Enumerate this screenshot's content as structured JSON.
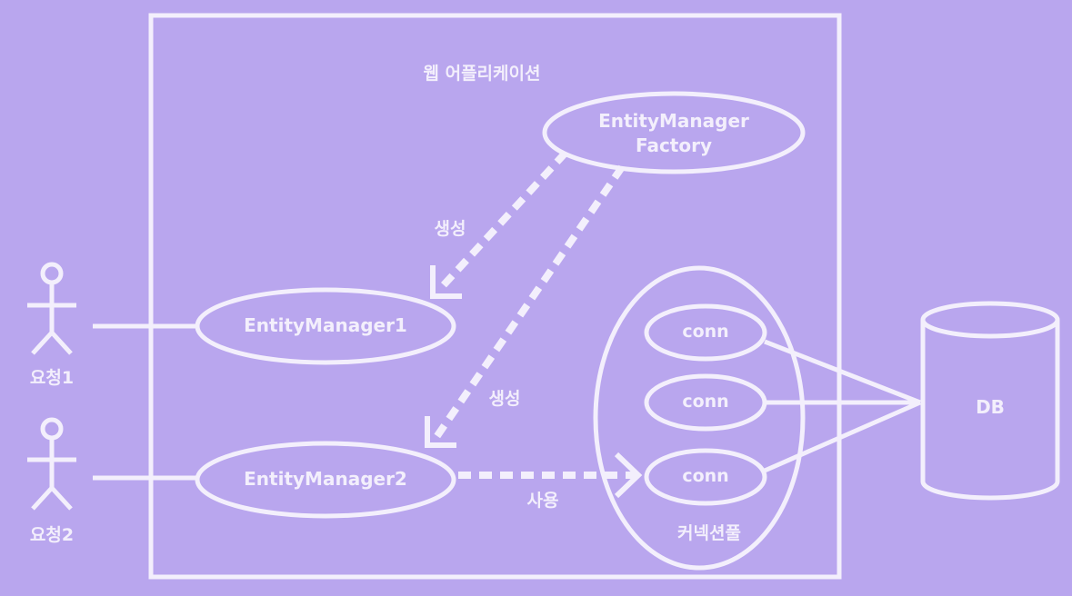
{
  "colors": {
    "background": "#b9a6ee",
    "stroke": "#f3effc"
  },
  "title": "웹 어플리케이션",
  "factory": {
    "line1": "EntityManager",
    "line2": "Factory"
  },
  "managers": [
    "EntityManager1",
    "EntityManager2"
  ],
  "actors": [
    "요청1",
    "요청2"
  ],
  "edge_labels": {
    "create1": "생성",
    "create2": "생성",
    "use": "사용"
  },
  "pool": {
    "label": "커넥션풀",
    "conns": [
      "conn",
      "conn",
      "conn"
    ]
  },
  "db": "DB"
}
